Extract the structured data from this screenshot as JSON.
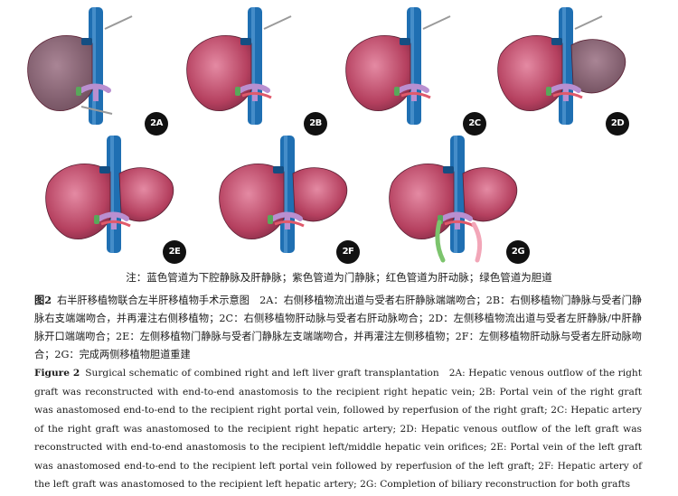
{
  "figure": {
    "panels": [
      {
        "id": "2A",
        "label": "2A",
        "variant": "A"
      },
      {
        "id": "2B",
        "label": "2B",
        "variant": "B"
      },
      {
        "id": "2C",
        "label": "2C",
        "variant": "C"
      },
      {
        "id": "2D",
        "label": "2D",
        "variant": "D"
      },
      {
        "id": "2E",
        "label": "2E",
        "variant": "E"
      },
      {
        "id": "2F",
        "label": "2F",
        "variant": "F"
      },
      {
        "id": "2G",
        "label": "2G",
        "variant": "G"
      }
    ],
    "colors": {
      "vena_cava": "#1f6fb2",
      "portal_vein": "#b98fd0",
      "hepatic_artery": "#e05a6b",
      "bile_duct": "#58a85a",
      "graft": "#b5405f",
      "graft_dark": "#7e2a44",
      "graft_dim": "#6f4d5c"
    }
  },
  "note": "注：蓝色管道为下腔静脉及肝静脉；紫色管道为门静脉；红色管道为肝动脉；绿色管道为胆道",
  "caption_cn": {
    "fig_no": "图2",
    "text": "右半肝移植物联合左半肝移植物手术示意图　2A：右侧移植物流出道与受者右肝静脉端端吻合；2B：右侧移植物门静脉与受者门静脉右支端端吻合，并再灌注右侧移植物；2C：右侧移植物肝动脉与受者右肝动脉吻合；2D：左侧移植物流出道与受者左肝静脉/中肝静脉开口端端吻合；2E：左侧移植物门静脉与受者门静脉左支端端吻合，并再灌注左侧移植物；2F：左侧移植物肝动脉与受者左肝动脉吻合；2G：完成两侧移植物胆道重建"
  },
  "caption_en": {
    "fig_no": "Figure 2",
    "text": "Surgical schematic of combined right and left liver graft transplantation　2A: Hepatic venous outflow of the right graft was reconstructed with end-to-end anastomosis to the recipient right hepatic vein; 2B: Portal vein of the right graft was anastomosed end-to-end to the recipient right portal vein, followed by reperfusion of the right graft; 2C: Hepatic artery of the right graft was anastomosed to the recipient right hepatic artery; 2D: Hepatic venous outflow of the left graft was reconstructed with end-to-end anastomosis to the recipient left/middle hepatic vein orifices; 2E: Portal vein of the left graft was anastomosed end-to-end to the recipient left portal vein followed by reperfusion of the left graft; 2F: Hepatic artery of the left graft was anastomosed to the recipient left hepatic artery; 2G: Completion of biliary reconstruction for both grafts"
  }
}
